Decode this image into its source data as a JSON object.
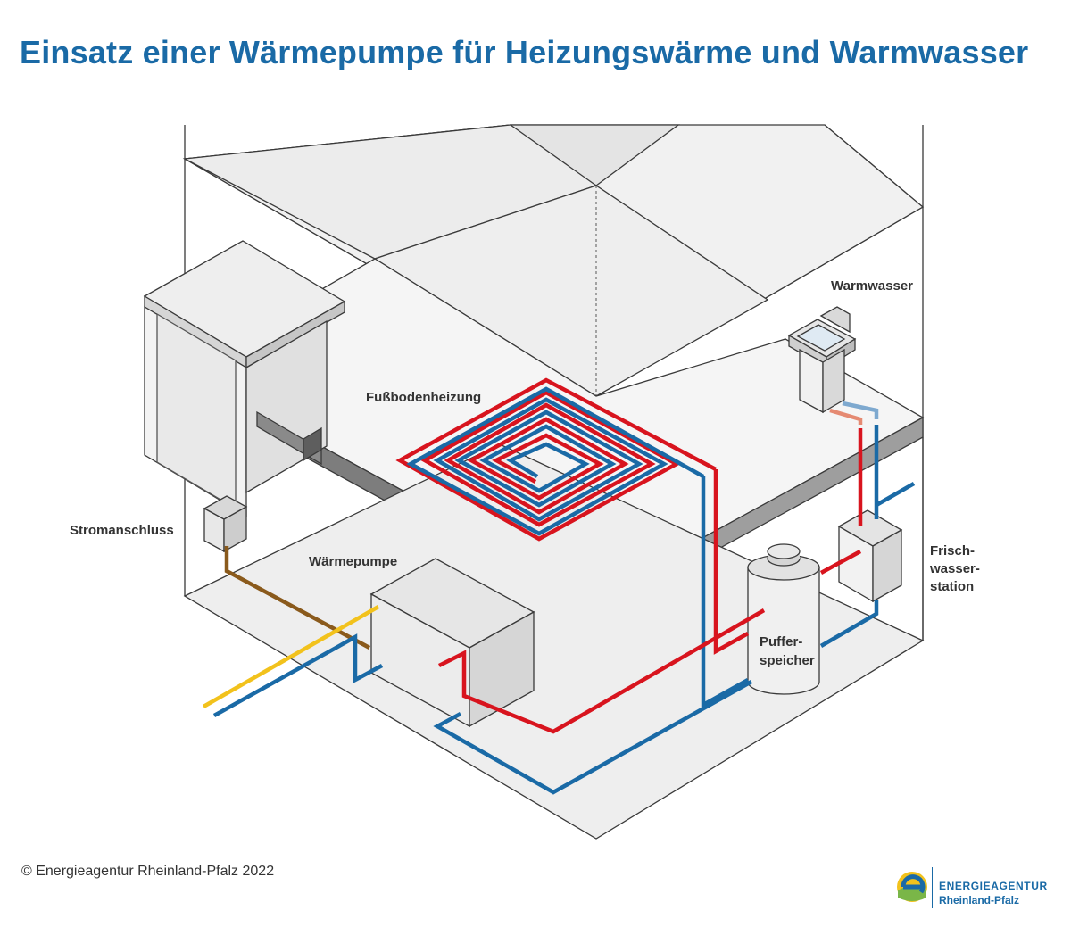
{
  "title": "Einsatz einer Wärmepumpe für Heizungswärme und Warmwasser",
  "labels": {
    "warmwasser": "Warmwasser",
    "fussbodenheizung": "Fußbodenheizung",
    "stromanschluss": "Stromanschluss",
    "waermepumpe": "Wärmepumpe",
    "frischwasser_1": "Frisch-",
    "frischwasser_2": "wasser-",
    "frischwasser_3": "station",
    "puffer_1": "Puffer-",
    "puffer_2": "speicher"
  },
  "footer": {
    "copyright": "© Energieagentur Rheinland-Pfalz 2022",
    "logo_line1": "ENERGIEAGENTUR",
    "logo_line2": "Rheinland-Pfalz"
  },
  "colors": {
    "heating_flow": "#d8141e",
    "heating_return": "#1a6aa6",
    "power_line": "#8a5a1c",
    "ambient_line": "#f2c21c",
    "warm_water_pipe": "#e58a72",
    "cold_water_pipe": "#7ea9cf",
    "title": "#1a6aa6"
  }
}
